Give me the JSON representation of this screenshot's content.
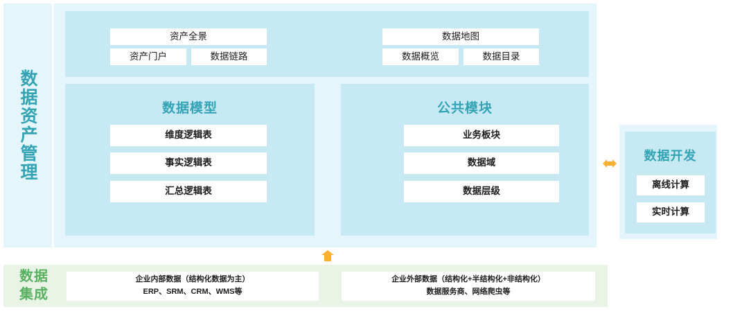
{
  "colors": {
    "panel_light_blue": "#e4f6fb",
    "group_blue": "#c7e9f4",
    "teal_text": "#34a3b4",
    "panel_light_green": "#e9f4e6",
    "green_text": "#59b061",
    "arrow_orange": "#fbb034",
    "chip_white": "#ffffff"
  },
  "data_asset_management": {
    "side_label": "数据资产管理",
    "top_group": {
      "left_cluster": {
        "primary": "资产全景",
        "items": [
          "资产门户",
          "数据链路"
        ]
      },
      "right_cluster": {
        "primary": "数据地图",
        "items": [
          "数据概览",
          "数据目录"
        ]
      }
    },
    "data_model": {
      "title": "数据模型",
      "items": [
        "维度逻辑表",
        "事实逻辑表",
        "汇总逻辑表"
      ]
    },
    "public_module": {
      "title": "公共模块",
      "items": [
        "业务板块",
        "数据域",
        "数据层级"
      ]
    }
  },
  "data_development": {
    "title": "数据开发",
    "items": [
      "离线计算",
      "实时计算"
    ]
  },
  "data_integration": {
    "side_label_line1": "数据",
    "side_label_line2": "集成",
    "internal": {
      "line1": "企业内部数据（结构化数据为主）",
      "line2": "ERP、SRM、CRM、WMS等"
    },
    "external": {
      "line1": "企业外部数据（结构化+半结构化+非结构化）",
      "line2": "数据服务商、网络爬虫等"
    }
  },
  "arrows": {
    "horizontal": "double-arrow-horizontal-icon",
    "vertical": "arrow-up-icon"
  }
}
